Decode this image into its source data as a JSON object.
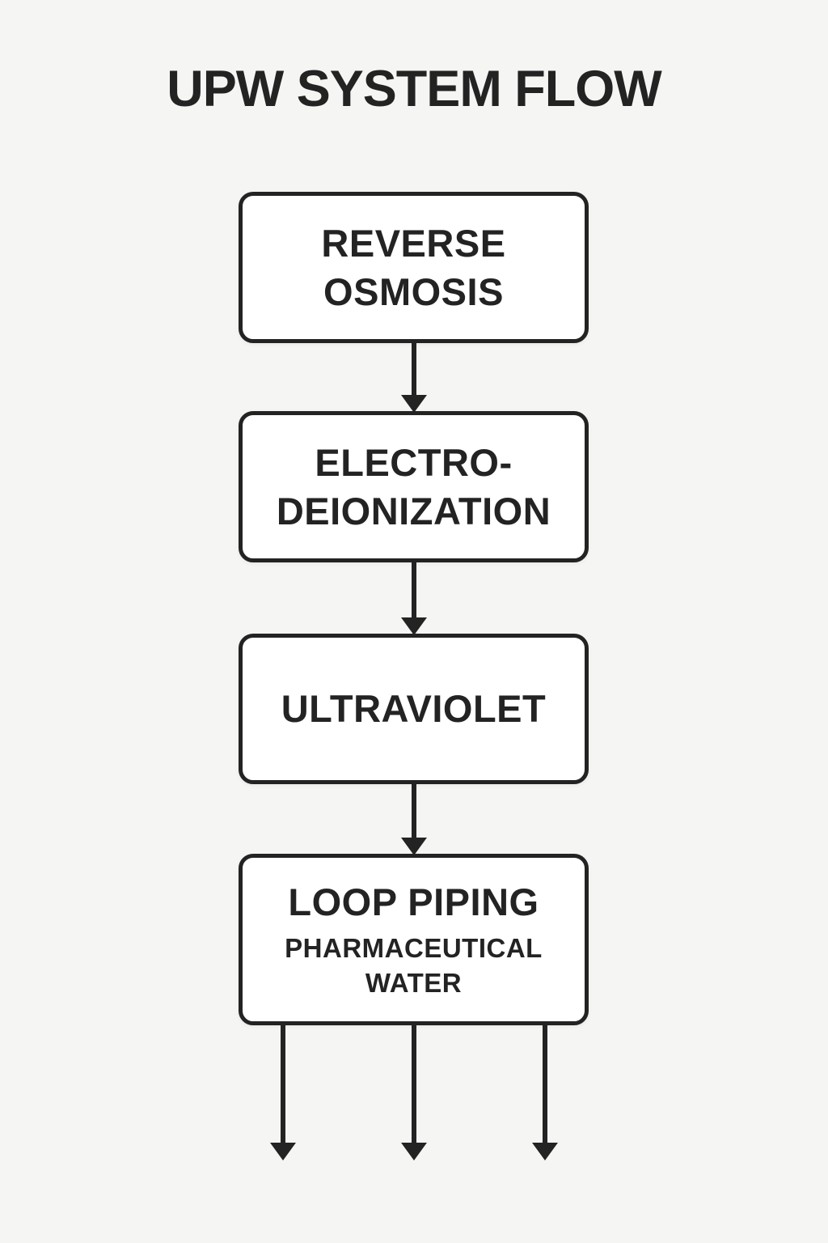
{
  "title": "UPW SYSTEM FLOW",
  "colors": {
    "background": "#f5f5f3",
    "node_fill": "#ffffff",
    "stroke": "#232323",
    "text": "#232323"
  },
  "nodes": [
    {
      "id": "reverse-osmosis",
      "label": "REVERSE\nOSMOSIS"
    },
    {
      "id": "electro-deionization",
      "label": "ELECTRO-\nDEIONIZATION"
    },
    {
      "id": "ultraviolet",
      "label": "ULTRAVIOLET"
    },
    {
      "id": "loop-piping",
      "label": "LOOP PIPING",
      "sublabel": "PHARMACEUTICAL\nWATER"
    }
  ],
  "flow": {
    "direction": "top-down",
    "connections": [
      {
        "from": "reverse-osmosis",
        "to": "electro-deionization"
      },
      {
        "from": "electro-deionization",
        "to": "ultraviolet"
      },
      {
        "from": "ultraviolet",
        "to": "loop-piping"
      }
    ],
    "output_arrow_count": 3
  }
}
